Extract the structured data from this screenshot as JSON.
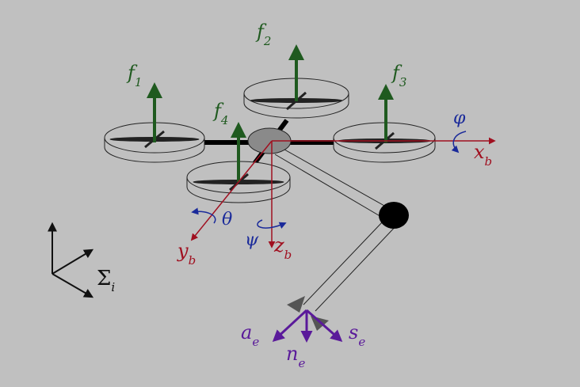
{
  "colors": {
    "background": "#c0c0c0",
    "thrust": "#1f5a1f",
    "body_axes": "#a01020",
    "angles": "#1a2a9a",
    "effector_axes": "#5a1a9a",
    "frame": "#111111"
  },
  "forces": [
    {
      "base": "f",
      "sub": "1"
    },
    {
      "base": "f",
      "sub": "2"
    },
    {
      "base": "f",
      "sub": "3"
    },
    {
      "base": "f",
      "sub": "4"
    }
  ],
  "body_axes": {
    "x": {
      "base": "x",
      "sub": "b"
    },
    "y": {
      "base": "y",
      "sub": "b"
    },
    "z": {
      "base": "z",
      "sub": "b"
    }
  },
  "angles": {
    "phi": "φ",
    "theta": "θ",
    "psi": "ψ"
  },
  "inertial_frame": {
    "base": "Σ",
    "sub": "i"
  },
  "effector": {
    "a": {
      "base": "a",
      "sub": "e"
    },
    "n": {
      "base": "n",
      "sub": "e"
    },
    "s": {
      "base": "s",
      "sub": "e"
    }
  }
}
